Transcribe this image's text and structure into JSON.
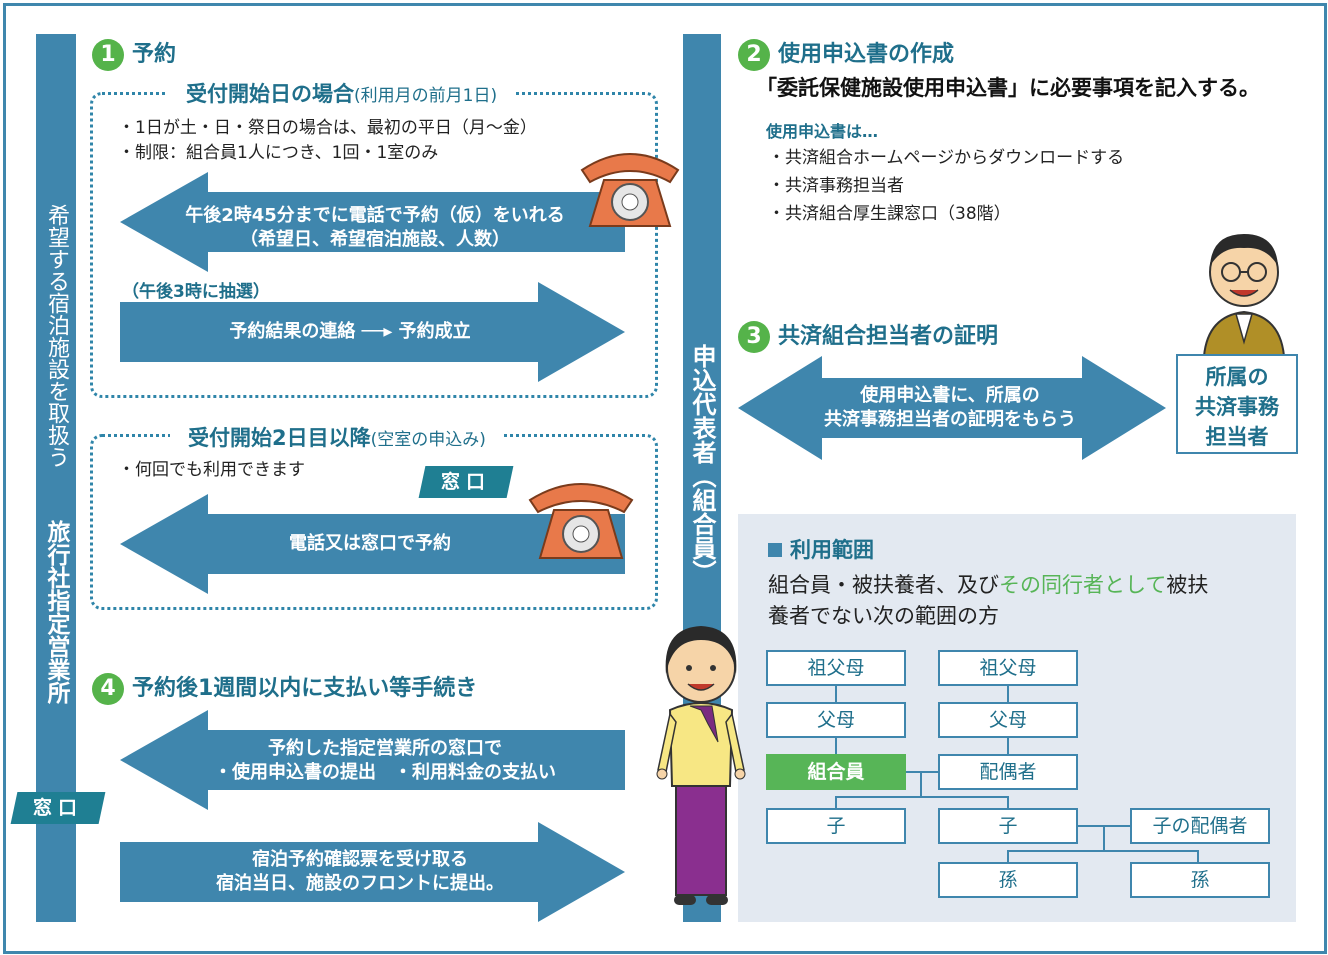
{
  "left_bar": {
    "text_main": "希望する宿泊施設を取扱う",
    "text_bold": "旅行社指定営業所"
  },
  "center_bar": {
    "text": "申込代表者（組合員）"
  },
  "step1": {
    "num": "1",
    "title": "予約",
    "box1": {
      "title": "受付開始日の場合",
      "title_note": "(利用月の前月1日)",
      "bullets": [
        "・1日が土・日・祭日の場合は、最初の平日（月〜金）",
        "・制限：組合員1人につき、1回・1室のみ"
      ],
      "arrow_left_line1": "午後2時45分までに電話で予約（仮）をいれる",
      "arrow_left_line2": "（希望日、希望宿泊施設、人数）",
      "lottery": "（午後3時に抽選）",
      "arrow_right": "予約結果の連絡 ──▸ 予約成立"
    },
    "box2": {
      "title": "受付開始2日目以降",
      "title_note": "(空室の申込み)",
      "bullet": "・何回でも利用できます",
      "madoguchi": "窓口",
      "arrow_left": "電話又は窓口で予約"
    }
  },
  "step2": {
    "num": "2",
    "title": "使用申込書の作成",
    "instruction": "「委託保健施設使用申込書」に必要事項を記入する。",
    "sub": "使用申込書は…",
    "items": [
      "・共済組合ホームページからダウンロードする",
      "・共済事務担当者",
      "・共済組合厚生課窓口（38階）"
    ]
  },
  "step3": {
    "num": "3",
    "title": "共済組合担当者の証明",
    "arrow_line1": "使用申込書に、所属の",
    "arrow_line2": "共済事務担当者の証明をもらう",
    "person_label_1": "所属の",
    "person_label_2": "共済事務",
    "person_label_3": "担当者"
  },
  "step4": {
    "num": "4",
    "title": "予約後1週間以内に支払い等手続き",
    "madoguchi": "窓口",
    "arrow_left_line1": "予約した指定営業所の窓口で",
    "arrow_left_line2": "・使用申込書の提出　・利用料金の支払い",
    "arrow_right_line1": "宿泊予約確認票を受け取る",
    "arrow_right_line2": "宿泊当日、施設のフロントに提出。"
  },
  "scope": {
    "title": "利用範囲",
    "desc_part1": "組合員・被扶養者、及び",
    "desc_highlight": "その同行者として",
    "desc_part2": "被扶",
    "desc_line2": "養者でない次の範囲の方",
    "highlight_color": "#57b557",
    "tree": {
      "gp_left": "祖父母",
      "gp_right": "祖父母",
      "p_left": "父母",
      "p_right": "父母",
      "member": "組合員",
      "spouse": "配偶者",
      "child_left": "子",
      "child_mid": "子",
      "child_spouse": "子の配偶者",
      "grand_left": "孫",
      "grand_right": "孫"
    }
  },
  "colors": {
    "bar": "#3f86ad",
    "arrow": "#3f86ad",
    "accent_green": "#55b34a",
    "phone": "#e8794a"
  }
}
